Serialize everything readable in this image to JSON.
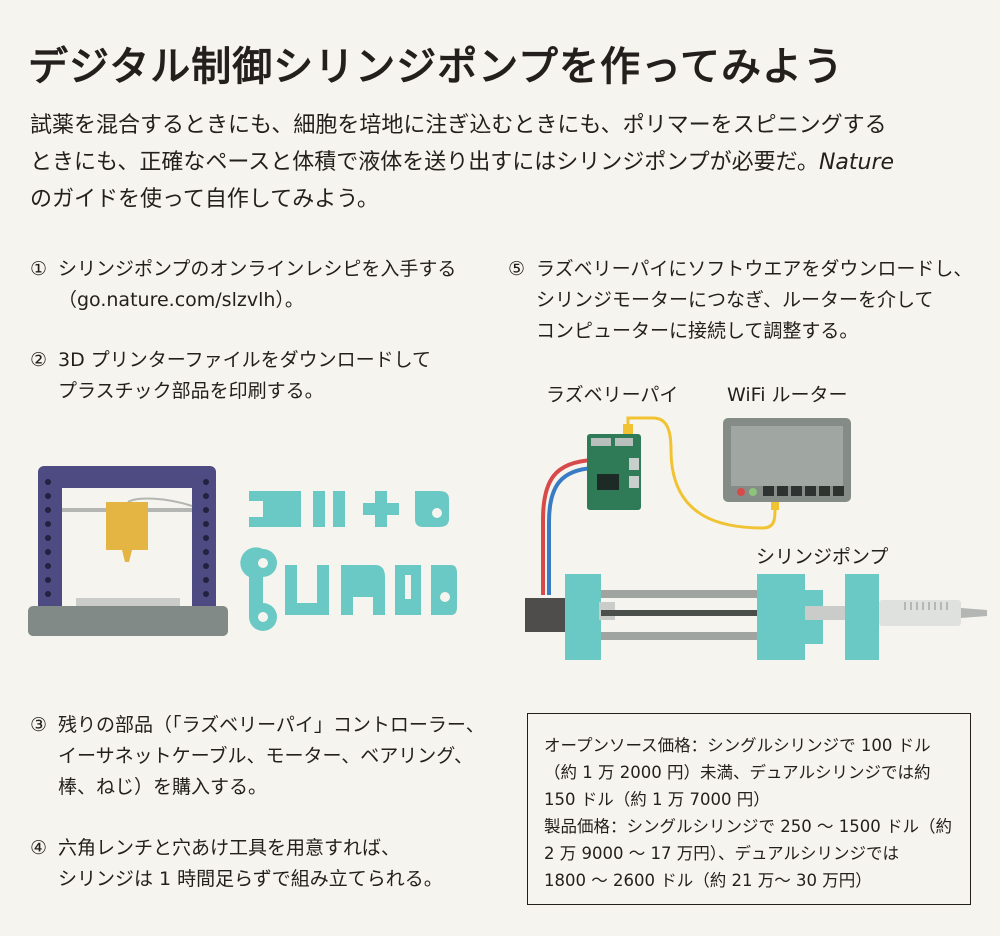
{
  "title": "デジタル制御シリンジポンプを作ってみよう",
  "intro": {
    "line1": "試薬を混合するときにも、細胞を培地に注ぎ込むときにも、ポリマーをスピニングする",
    "line2_pre": "ときにも、正確なペースと体積で液体を送り出すにはシリンジポンプが必要だ。",
    "line2_em": "Nature",
    "line3": "のガイドを使って自作してみよう。"
  },
  "steps": [
    {
      "num": "①",
      "line1": "シリンジポンプのオンラインレシピを入手する",
      "line2": "（go.nature.com/slzvlh）。"
    },
    {
      "num": "②",
      "line1": "3D プリンターファイルをダウンロードして",
      "line2": "プラスチック部品を印刷する。"
    },
    {
      "num": "③",
      "line1": "残りの部品（「ラズベリーパイ」コントローラー、",
      "line2": "イーサネットケーブル、モーター、ベアリング、",
      "line3": "棒、ねじ）を購入する。"
    },
    {
      "num": "④",
      "line1": "六角レンチと穴あけ工具を用意すれば、",
      "line2": "シリンジは 1 時間足らずで組み立てられる。"
    },
    {
      "num": "⑤",
      "line1": "ラズベリーパイにソフトウエアをダウンロードし、",
      "line2": "シリンジモーターにつなぎ、ルーターを介して",
      "line3": "コンピューターに接続して調整する。"
    }
  ],
  "diagram_labels": {
    "raspberry_pi": "ラズベリーパイ",
    "wifi_router": "WiFi ルーター",
    "syringe_pump": "シリンジポンプ"
  },
  "price_box": {
    "line1": "オープンソース価格：シングルシリンジで 100 ドル",
    "line2": "（約 1 万 2000 円）未満、デュアルシリンジでは約",
    "line3": "150 ドル（約 1 万 7000 円）",
    "line4": "製品価格：シングルシリンジで 250 〜 1500 ドル（約",
    "line5": "2 万 9000 〜 17 万円）、デュアルシリンジでは",
    "line6": "1800 〜 2600 ドル（約 21 万〜 30 万円）"
  },
  "colors": {
    "background": "#f6f4ee",
    "printer_frame": "#4d4b82",
    "printer_base": "#828a87",
    "extruder": "#e4b543",
    "parts_teal": "#6ac9c4",
    "router_gray": "#858b87",
    "pi_green": "#2f7a57",
    "cable_yellow": "#f1c232",
    "cable_red": "#d64a4a",
    "cable_blue": "#3a7cc4"
  }
}
